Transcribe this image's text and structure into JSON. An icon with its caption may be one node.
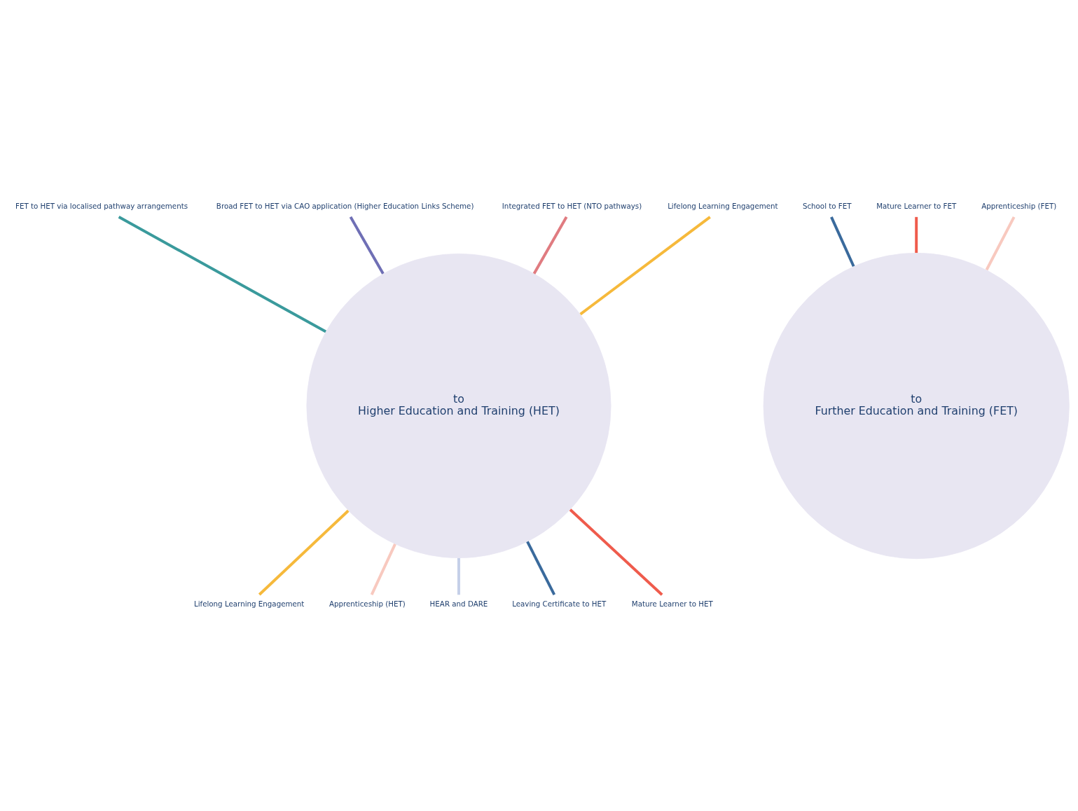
{
  "diagram": {
    "nodes": [
      {
        "text": [
          "FET to HET via localised pathway arrangements"
        ]
      },
      {
        "text": [
          "Broad FET to HET via CAO application (Higher Education Links Scheme)"
        ]
      },
      {
        "text": [
          "School to FET"
        ]
      },
      {
        "text": [
          "Mature Learner to FET"
        ]
      },
      {
        "text": [
          "Integrated FET to HET (NTO pathways)"
        ]
      },
      {
        "text": [
          "Lifelong Learning Engagement"
        ]
      },
      {
        "text": [
          "Apprenticeship (FET)"
        ]
      },
      {
        "text": [
          "to",
          "Further Education and Training (FET)"
        ]
      },
      {
        "text": [
          "to",
          "Higher Education and Training (HET)"
        ]
      },
      {
        "text": [
          "Lifelong Learning Engagement"
        ]
      },
      {
        "text": [
          "Apprenticeship (HET)"
        ]
      },
      {
        "text": [
          "HEAR and DARE"
        ]
      },
      {
        "text": [
          "Leaving Certificate to HET"
        ]
      },
      {
        "text": [
          "Mature Learner to HET"
        ]
      }
    ],
    "edges": [
      {
        "from": 0,
        "to": 8,
        "arrow": "none",
        "color": "#3a9a9c"
      },
      {
        "from": 1,
        "to": 8,
        "arrow": "none",
        "color": "#6f6fb5"
      },
      {
        "from": 2,
        "to": 7,
        "arrow": "none",
        "color": "#3a6a9c"
      },
      {
        "from": 3,
        "to": 7,
        "arrow": "none",
        "color": "#ef5b4c"
      },
      {
        "from": 4,
        "to": 8,
        "arrow": "none",
        "color": "#e07b80"
      },
      {
        "from": 5,
        "to": 8,
        "arrow": "none",
        "color": "#f6b93b"
      },
      {
        "from": 6,
        "to": 7,
        "arrow": "none",
        "color": "#f8c9bf"
      },
      {
        "from": 8,
        "to": 9,
        "arrow": "none",
        "color": "#f6b93b"
      },
      {
        "from": 8,
        "to": 10,
        "arrow": "none",
        "color": "#f8c9bf"
      },
      {
        "from": 8,
        "to": 11,
        "arrow": "none",
        "color": "#c5cfe8"
      },
      {
        "from": 8,
        "to": 12,
        "arrow": "none",
        "color": "#3a6a9c"
      },
      {
        "from": 8,
        "to": 13,
        "arrow": "none",
        "color": "#ef5b4c"
      }
    ]
  }
}
